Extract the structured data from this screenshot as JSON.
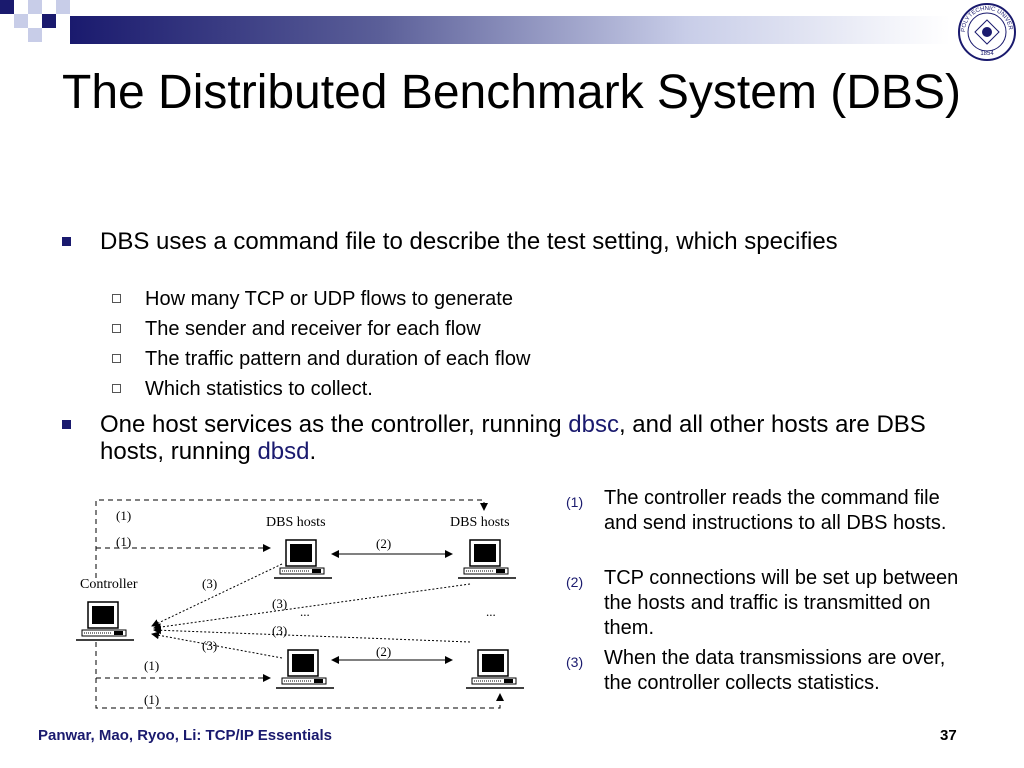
{
  "slide": {
    "title": "The Distributed Benchmark System (DBS)",
    "bullets": [
      {
        "text": "DBS uses a command file to describe the test setting, which specifies",
        "subitems": [
          "How many TCP or UDP flows to generate",
          "The sender and receiver for each flow",
          "The traffic pattern and duration of each flow",
          "Which statistics to collect."
        ]
      },
      {
        "pre": "One host services as the controller, running ",
        "hl1": "dbsc",
        "mid": ", and all other hosts are DBS hosts, running ",
        "hl2": "dbsd",
        "post": "."
      }
    ],
    "steps": [
      {
        "num": "(1)",
        "text": "The controller reads the command file and send instructions to all DBS hosts."
      },
      {
        "num": "(2)",
        "text": "TCP connections will be set up between the hosts and traffic is transmitted on them."
      },
      {
        "num": "(3)",
        "text": "When the data transmissions are over, the controller collects statistics."
      }
    ],
    "footer": "Panwar, Mao, Ryoo, Li: TCP/IP Essentials",
    "page_number": "37",
    "accent_color": "#1a1a6e"
  },
  "diagram": {
    "controller_label": "Controller",
    "host_label_left": "DBS hosts",
    "host_label_right": "DBS hosts",
    "label_1": "(1)",
    "label_2": "(2)",
    "label_3": "(3)",
    "ellipsis": "..."
  },
  "logo": {
    "text_top": "POLYTECHNIC UNIVERSITY",
    "year": "1854"
  }
}
